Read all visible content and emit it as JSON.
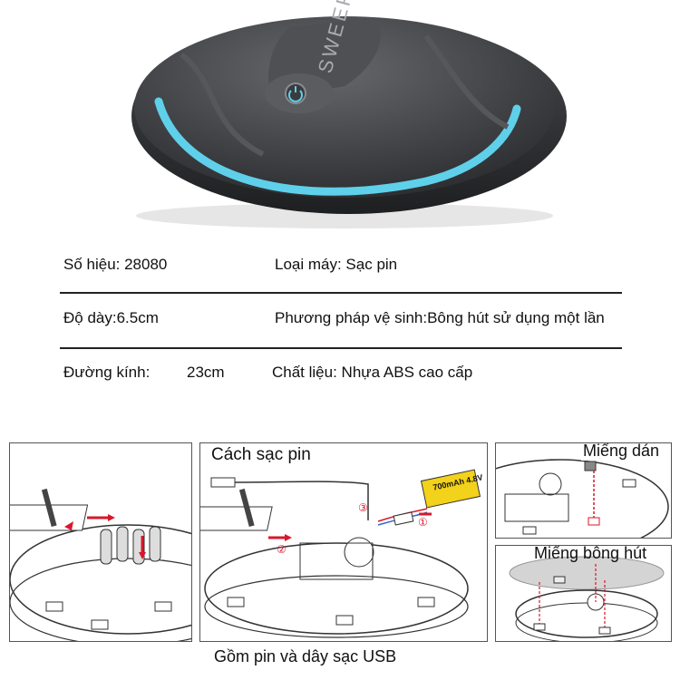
{
  "product": {
    "brand_text": "SWEEP",
    "accent_color": "#5fd0ea",
    "body_color": "#3c3d40"
  },
  "specs": {
    "model": "Số hiệu: 28080",
    "machine_type": "Loại máy: Sạc pin",
    "thickness": "Độ dày:6.5cm",
    "cleaning_method": "Phương pháp vệ sinh:Bông hút sử dụng một lần",
    "diameter_label": "Đường kính:",
    "diameter_value": "23cm",
    "material": "Chất liệu: Nhựa ABS cao cấp"
  },
  "diagrams": {
    "charging_title": "Cách sạc pin",
    "battery_label": "700mAh 4.8V",
    "step_1": "①",
    "step_2": "②",
    "step_3": "③",
    "sticker_label": "Miếng dán",
    "pad_label": "Miếng bông hút",
    "bottom_caption": "Gồm pin và dây sạc USB"
  }
}
